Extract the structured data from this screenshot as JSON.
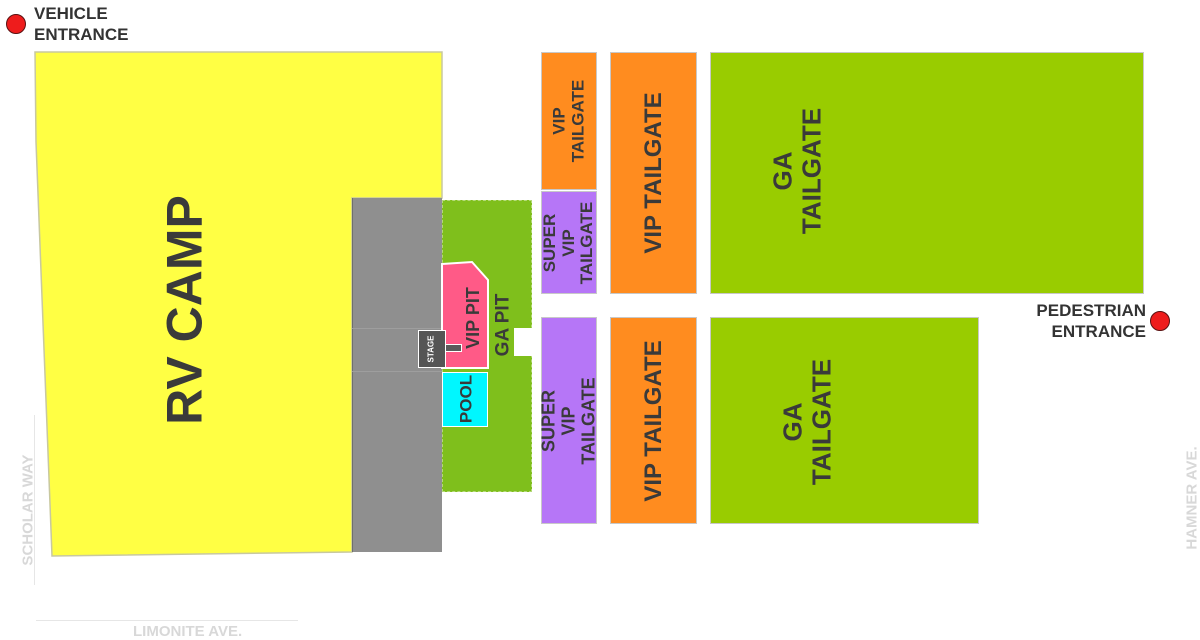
{
  "entrances": {
    "vehicle": "VEHICLE\nENTRANCE",
    "pedestrian": "PEDESTRIAN\nENTRANCE"
  },
  "streets": {
    "west": "SCHOLAR WAY",
    "south": "LIMONITE AVE.",
    "east": "HAMNER AVE."
  },
  "zones": {
    "rv_camp": "RV CAMP",
    "stage": "STAGE",
    "vip_pit": "VIP PIT",
    "ga_pit": "GA PIT",
    "pool": "POOL",
    "vip_tailgate_small": "VIP\nTAILGATE",
    "super_vip_top": "SUPER VIP\nTAILGATE",
    "super_vip_bottom": "SUPER VIP\nTAILGATE",
    "vip_tailgate_top": "VIP TAILGATE",
    "vip_tailgate_bottom": "VIP TAILGATE",
    "ga_tailgate_top": "GA\nTAILGATE",
    "ga_tailgate_bottom": "GA\nTAILGATE"
  },
  "colors": {
    "rv_camp": "#ffff44",
    "stage_area": "#8f8f8f",
    "ga_pit": "#7fbf1c",
    "vip_pit": "#ff5a87",
    "pool": "#00f7ff",
    "vip_tailgate": "#ff8c1f",
    "super_vip_tailgate": "#b676f7",
    "ga_tailgate": "#99cc00",
    "entrance_marker": "#ee1c1c"
  }
}
